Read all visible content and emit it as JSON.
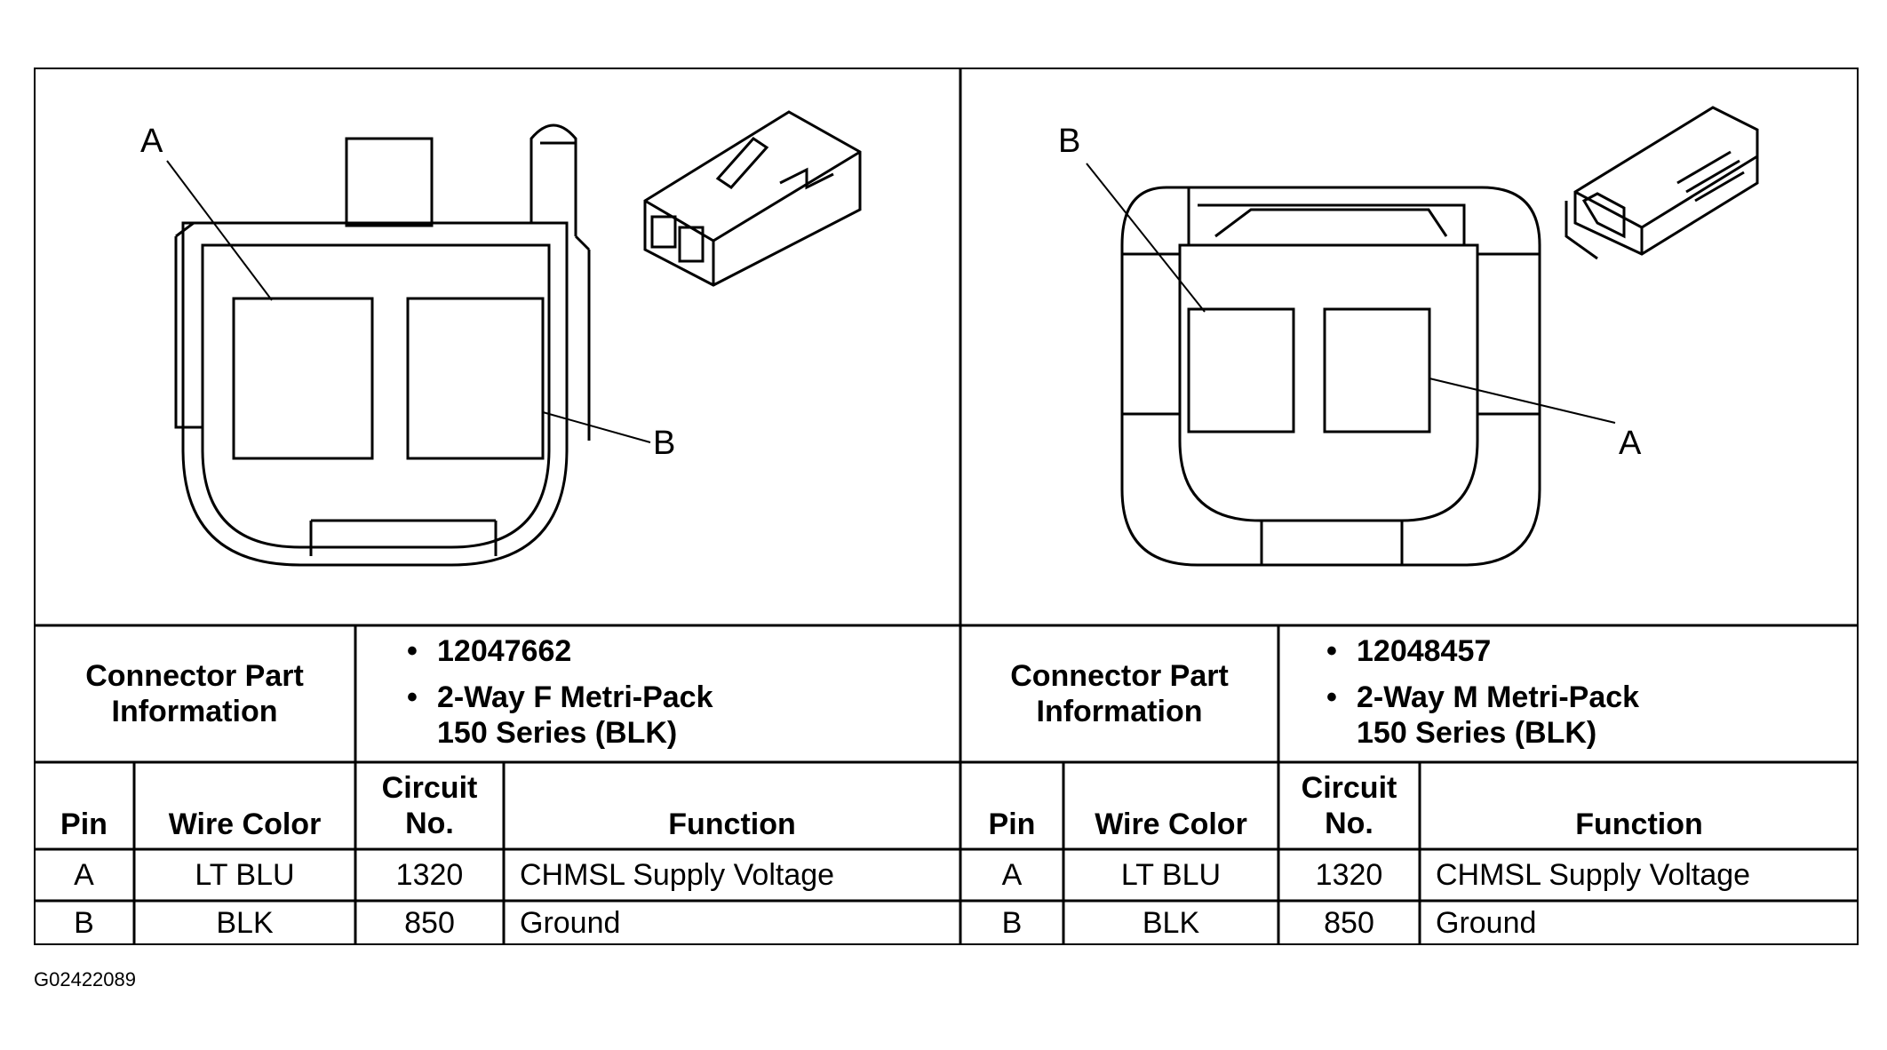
{
  "figure_id": "G02422089",
  "connectors": [
    {
      "callouts": {
        "top": "A",
        "side": "B"
      },
      "part_info_label": "Connector Part Information",
      "part_number": "12047662",
      "description_line1": "2-Way F Metri-Pack",
      "description_line2": "150 Series (BLK)",
      "columns": {
        "pin": "Pin",
        "wire_color": "Wire Color",
        "circuit": "Circuit No.",
        "function": "Function"
      },
      "rows": [
        {
          "pin": "A",
          "wire_color": "LT BLU",
          "circuit": "1320",
          "function": "CHMSL Supply Voltage"
        },
        {
          "pin": "B",
          "wire_color": "BLK",
          "circuit": "850",
          "function": "Ground"
        }
      ]
    },
    {
      "callouts": {
        "top": "B",
        "side": "A"
      },
      "part_info_label": "Connector Part Information",
      "part_number": "12048457",
      "description_line1": "2-Way M Metri-Pack",
      "description_line2": "150 Series (BLK)",
      "columns": {
        "pin": "Pin",
        "wire_color": "Wire Color",
        "circuit": "Circuit No.",
        "function": "Function"
      },
      "rows": [
        {
          "pin": "A",
          "wire_color": "LT BLU",
          "circuit": "1320",
          "function": "CHMSL Supply Voltage"
        },
        {
          "pin": "B",
          "wire_color": "BLK",
          "circuit": "850",
          "function": "Ground"
        }
      ]
    }
  ]
}
